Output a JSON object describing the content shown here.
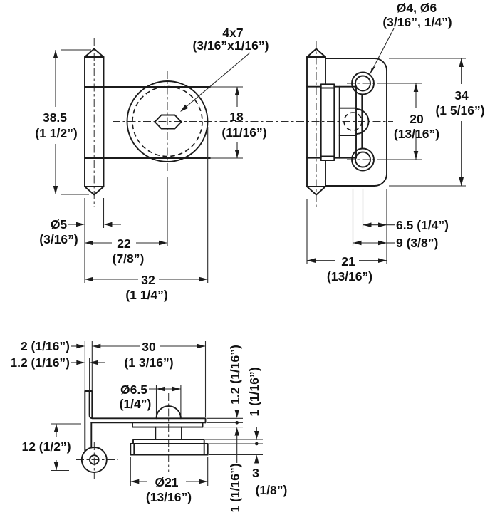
{
  "views": {
    "side": {
      "slot": {
        "value": "4x7",
        "inch": "(3/16”x1/16”)"
      },
      "height": {
        "value": "38.5",
        "inch": "(1 1/2”)"
      },
      "plate_width": {
        "value": "18",
        "inch": "(11/16”)"
      },
      "pin_diameter": {
        "value": "Ø5",
        "inch": "(3/16”)"
      },
      "pin_to_center": {
        "value": "22",
        "inch": "(7/8”)"
      },
      "overall_width": {
        "value": "32",
        "inch": "(1 1/4”)"
      }
    },
    "front": {
      "hole_diameters": {
        "value": "Ø4, Ø6",
        "inch": "(3/16”, 1/4”)"
      },
      "overall_height": {
        "value": "34",
        "inch": "(1 5/16”)"
      },
      "hole_spacing": {
        "value": "20",
        "inch": "(13/16”)"
      },
      "edge_to_hole": {
        "value": "6.5 (1/4”)"
      },
      "edge_to_mid_hole": {
        "value": "9 (3/8”)"
      },
      "overall_width": {
        "value": "21",
        "inch": "(13/16”)"
      }
    },
    "plan": {
      "leaf_offset": {
        "value": "2 (1/16”)"
      },
      "leaf_thickness": {
        "value": "1.2 (1/16”)"
      },
      "arm_length": {
        "value": "30",
        "inch": "(1 3/16”)"
      },
      "knob_diameter": {
        "value": "Ø6.5",
        "inch": "(1/4”)"
      },
      "drop_height": {
        "value": "12 (1/2”)"
      },
      "disc_diameter": {
        "value": "Ø21",
        "inch": "(13/16”)"
      },
      "arm_thickness": {
        "value": "1.2 (1/16”)"
      },
      "upper_washer": {
        "value": "1 (1/16”)"
      },
      "lower_washer": {
        "value": "1 (1/16”)"
      },
      "disc_thickness": {
        "value": "3",
        "inch": "(1/8”)"
      }
    }
  }
}
